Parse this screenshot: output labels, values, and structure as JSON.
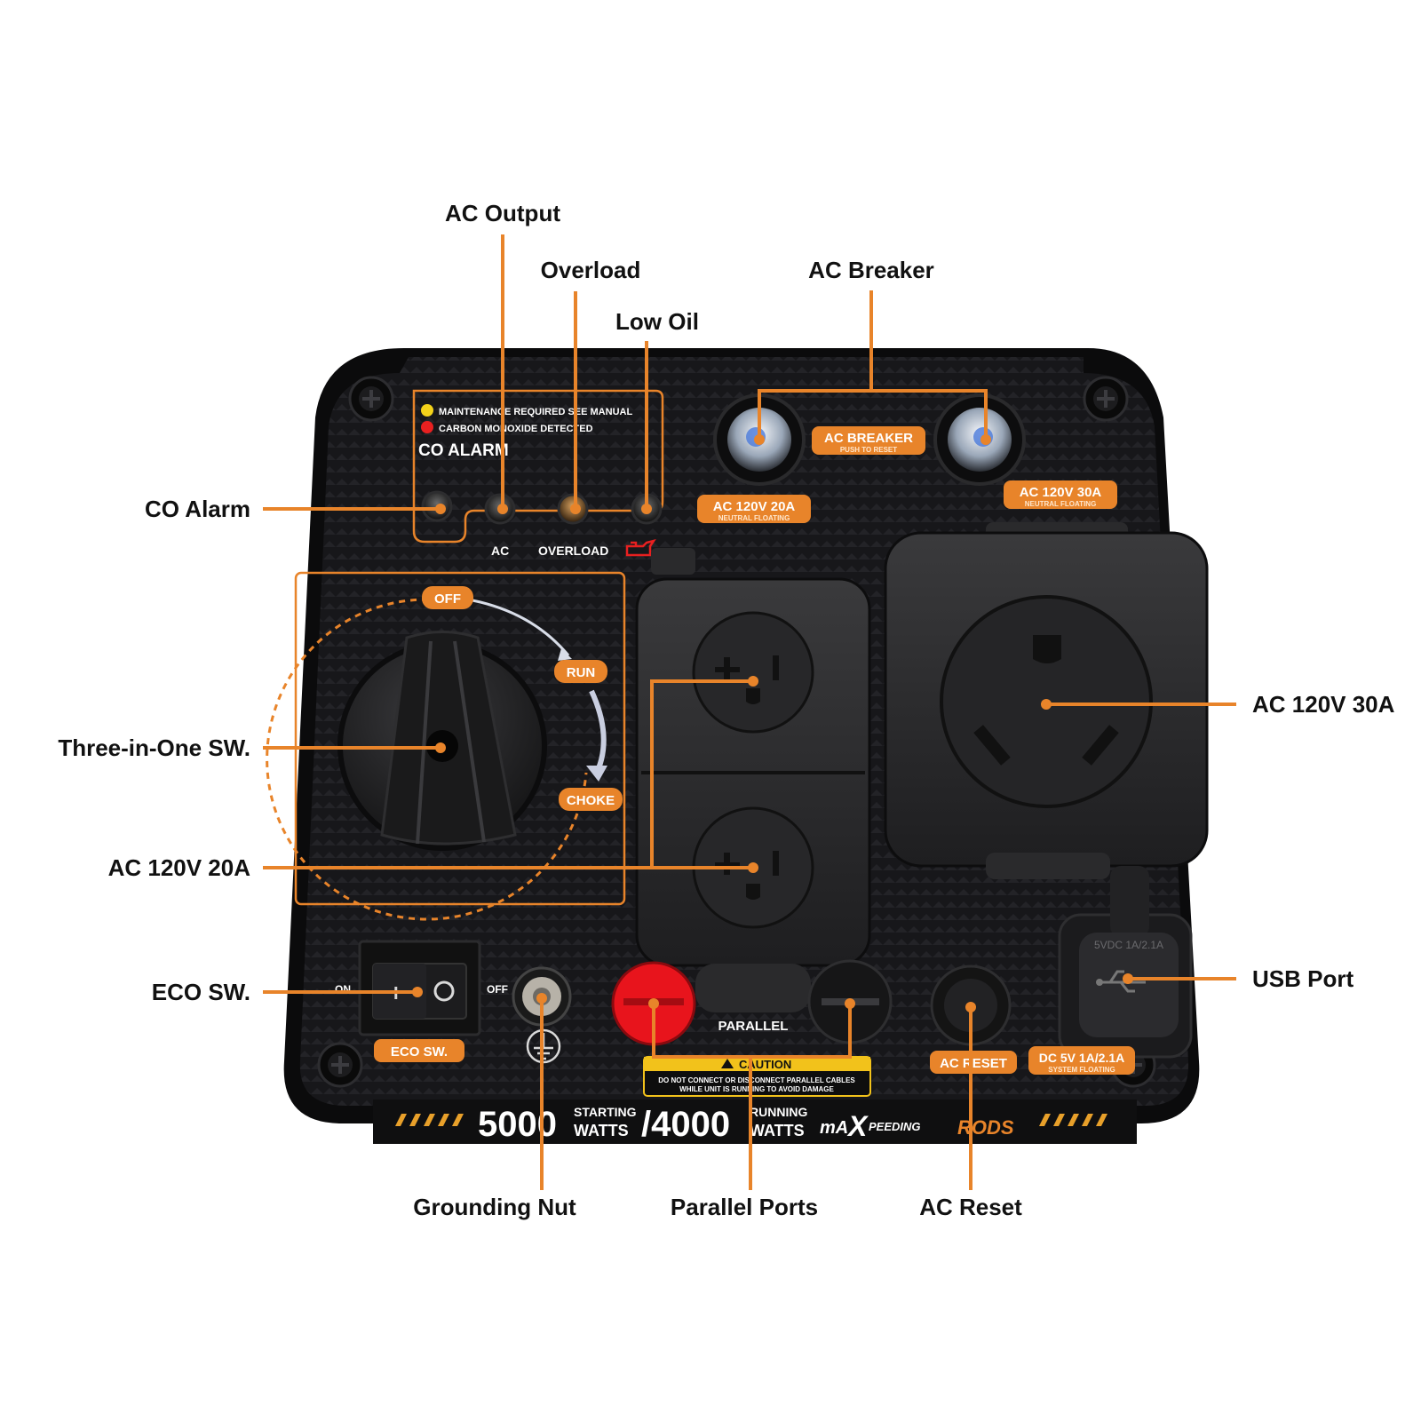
{
  "callouts": {
    "ac_output": "AC Output",
    "overload": "Overload",
    "low_oil": "Low Oil",
    "ac_breaker": "AC Breaker",
    "co_alarm": "CO Alarm",
    "three_in_one": "Three-in-One SW.",
    "ac_20a": "AC 120V 20A",
    "ac_30a": "AC 120V 30A",
    "eco_sw": "ECO SW.",
    "usb_port": "USB Port",
    "grounding_nut": "Grounding Nut",
    "parallel_ports": "Parallel Ports",
    "ac_reset": "AC Reset"
  },
  "panel": {
    "co_alarm_box": {
      "maintenance": "MAINTENANCE REQUIRED SEE MANUAL",
      "carbon_monoxide": "CARBON MONOXIDE DETECTED",
      "title": "CO ALARM"
    },
    "indicator_labels": {
      "ac": "AC",
      "overload": "OVERLOAD"
    },
    "breaker": {
      "label": "AC BREAKER",
      "sub": "PUSH TO RESET"
    },
    "outlet_20a_label": {
      "main": "AC 120V 20A",
      "sub": "NEUTRAL FLOATING"
    },
    "outlet_30a_label": {
      "main": "AC 120V 30A",
      "sub": "NEUTRAL FLOATING"
    },
    "dial": {
      "off": "OFF",
      "run": "RUN",
      "choke": "CHOKE"
    },
    "eco": {
      "on": "ON",
      "off": "OFF",
      "label": "ECO SW."
    },
    "parallel_label": "PARALLEL",
    "caution": {
      "title": "CAUTION",
      "line1": "DO NOT CONNECT OR DISCONNECT PARALLEL CABLES",
      "line2": "WHILE UNIT IS RUNNING TO AVOID DAMAGE"
    },
    "ac_reset_label": "AC RESET",
    "usb_label": {
      "main": "DC 5V 1A/2.1A",
      "sub": "SYSTEM FLOATING"
    },
    "usb_cap_text": "5VDC 1A/2.1A",
    "wattage": {
      "starting_value": "5000",
      "starting_word": "STARTING",
      "watts_word": "WATTS",
      "running_value": "/4000",
      "running_word": "RUNNING"
    },
    "brand": {
      "ma": "mA",
      "x": "X",
      "peeding": "PEEDING",
      "rods": "RODS"
    }
  },
  "colors": {
    "accent": "#e8842a",
    "panel": "#141416",
    "panel_edge": "#0a0a0b",
    "red_cap": "#e8141c",
    "caution_yellow": "#f2c21b"
  }
}
